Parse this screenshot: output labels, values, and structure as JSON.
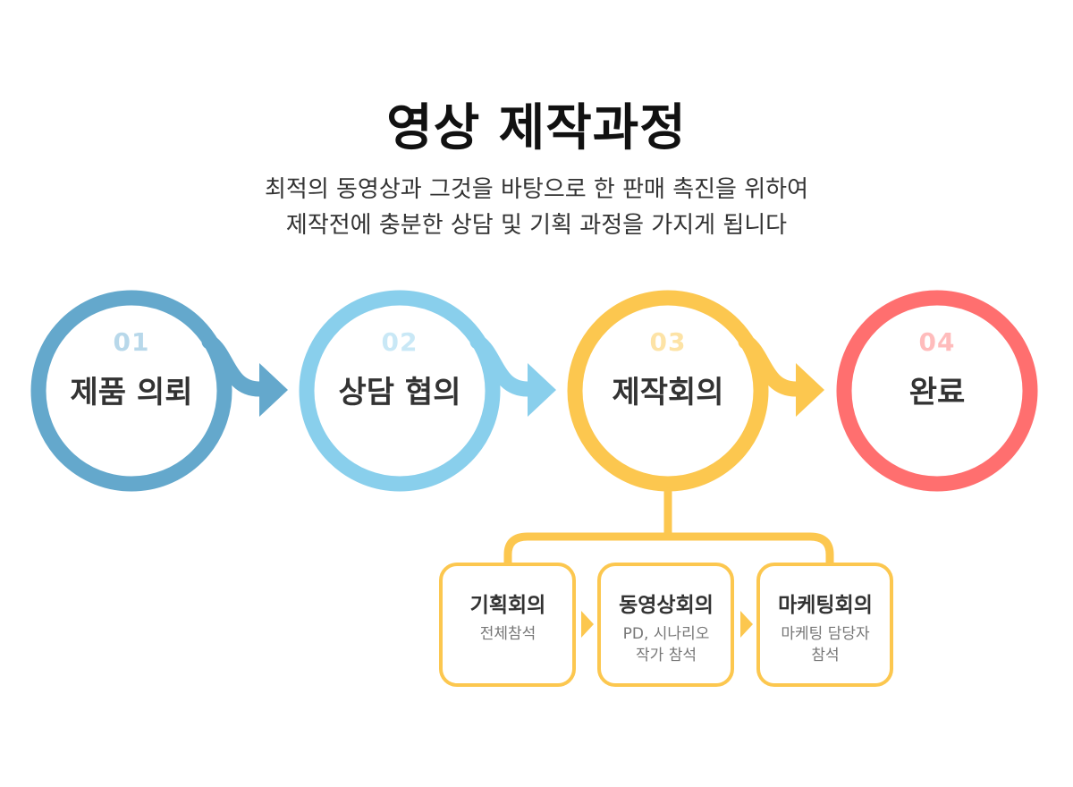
{
  "title": "영상 제작과정",
  "subtitle": {
    "line1": "최적의 동영상과 그것을 바탕으로 한 판매 촉진을 위하여",
    "line2": "제작전에 충분한 상담 및 기획 과정을 가지게 됩니다"
  },
  "steps": [
    {
      "num": "01",
      "label": "제품 의뢰",
      "color": "#64a8cc",
      "num_color": "#b8d8ea"
    },
    {
      "num": "02",
      "label": "상담 협의",
      "color": "#89cfec",
      "num_color": "#c9e8f6"
    },
    {
      "num": "03",
      "label": "제작회의",
      "color": "#fcc74f",
      "num_color": "#fde3a6"
    },
    {
      "num": "04",
      "label": "완료",
      "color": "#ff6f6f",
      "num_color": "#ffbcbc"
    }
  ],
  "substeps": [
    {
      "title": "기획회의",
      "desc1": "전체참석",
      "desc2": ""
    },
    {
      "title": "동영상회의",
      "desc1": "PD, 시나리오",
      "desc2": "작가 참석"
    },
    {
      "title": "마케팅회의",
      "desc1": "마케팅 담당자",
      "desc2": "참석"
    }
  ],
  "sub_color": "#fcc74f"
}
